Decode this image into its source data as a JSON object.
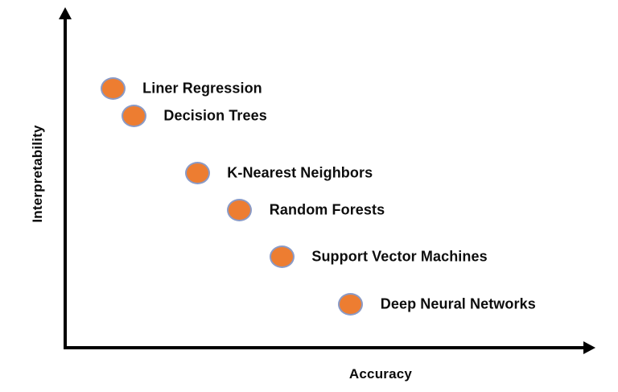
{
  "chart_data": {
    "type": "scatter",
    "title": "",
    "xlabel": "Accuracy",
    "ylabel": "Interpretability",
    "x_range": [
      0,
      1
    ],
    "y_range": [
      0,
      1
    ],
    "grid": false,
    "legend": "none",
    "axis_color": "#000000",
    "background_color": "#ffffff",
    "marker": {
      "shape": "ellipse",
      "fill": "#ED7D31",
      "border": "#8A9AC6"
    },
    "points": [
      {
        "label": "Liner Regression",
        "x": 0.09,
        "y": 0.77
      },
      {
        "label": "Decision Trees",
        "x": 0.13,
        "y": 0.69
      },
      {
        "label": "K-Nearest Neighbors",
        "x": 0.25,
        "y": 0.52
      },
      {
        "label": "Random Forests",
        "x": 0.33,
        "y": 0.41
      },
      {
        "label": "Support Vector Machines",
        "x": 0.41,
        "y": 0.27
      },
      {
        "label": "Deep Neural Networks",
        "x": 0.54,
        "y": 0.13
      }
    ]
  }
}
